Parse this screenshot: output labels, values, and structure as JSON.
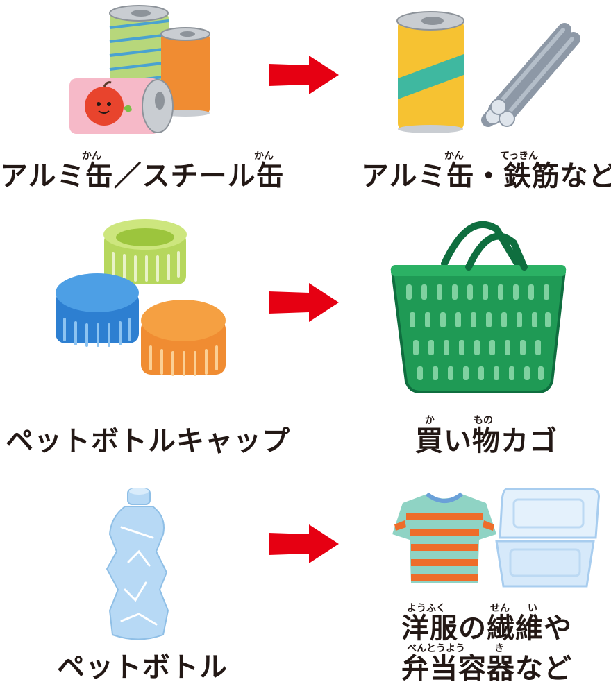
{
  "rows": [
    {
      "left_label": "アルミ缶／スチール缶",
      "left_ruby": [
        "かん",
        "かん"
      ],
      "right_label": "アルミ缶・鉄筋など",
      "right_ruby": [
        "かん",
        "てっきん"
      ]
    },
    {
      "left_label": "ペットボトルキャップ",
      "right_label": "買い物カゴ",
      "right_ruby": [
        "か",
        "もの"
      ]
    },
    {
      "left_label": "ペットボトル",
      "right_label_line1": "洋服の繊維や",
      "right_ruby_line1": [
        "ようふく",
        "せん",
        "い"
      ],
      "right_label_line2": "弁当容器など",
      "right_ruby_line2": [
        "べんとうよう",
        "き"
      ]
    }
  ],
  "colors": {
    "arrow": "#e60012",
    "text": "#231815"
  }
}
